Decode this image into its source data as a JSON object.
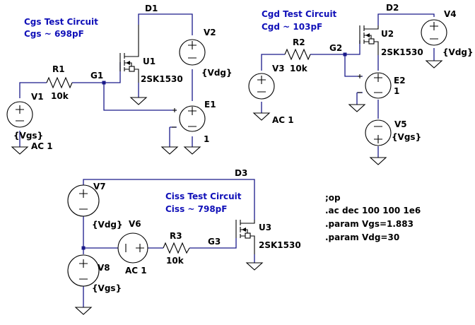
{
  "circuits": {
    "cgs": {
      "title": "Cgs Test Circuit",
      "result": "Cgs ~ 698pF"
    },
    "cgd": {
      "title": "Cgd Test Circuit",
      "result": "Cgd ~ 103pF"
    },
    "ciss": {
      "title": "Ciss Test Circuit",
      "result": "Ciss ~ 798pF"
    }
  },
  "nets": {
    "d1": "D1",
    "g1": "G1",
    "d2": "D2",
    "g2": "G2",
    "d3": "D3",
    "g3": "G3"
  },
  "components": {
    "v1": {
      "name": "V1",
      "value": "{Vgs}",
      "ac": "AC 1"
    },
    "r1": {
      "name": "R1",
      "value": "10k"
    },
    "u1": {
      "name": "U1",
      "model": "2SK1530"
    },
    "v2": {
      "name": "V2",
      "value": "{Vdg}"
    },
    "e1": {
      "name": "E1",
      "gain": "1"
    },
    "v3": {
      "name": "V3",
      "ac": "AC 1"
    },
    "r2": {
      "name": "R2",
      "value": "10k"
    },
    "u2": {
      "name": "U2",
      "model": "2SK1530"
    },
    "v4": {
      "name": "V4",
      "value": "{Vdg}"
    },
    "e2": {
      "name": "E2",
      "gain": "1"
    },
    "v5": {
      "name": "V5",
      "value": "{Vgs}"
    },
    "v7": {
      "name": "V7",
      "value": "{Vdg}"
    },
    "v8": {
      "name": "V8",
      "value": "{Vgs}"
    },
    "v6": {
      "name": "V6",
      "ac": "AC 1"
    },
    "r3": {
      "name": "R3",
      "value": "10k"
    },
    "u3": {
      "name": "U3",
      "model": "2SK1530"
    }
  },
  "directives": [
    ";op",
    ".ac dec 100 100 1e6",
    ".param Vgs=1.883",
    ".param Vdg=30"
  ]
}
